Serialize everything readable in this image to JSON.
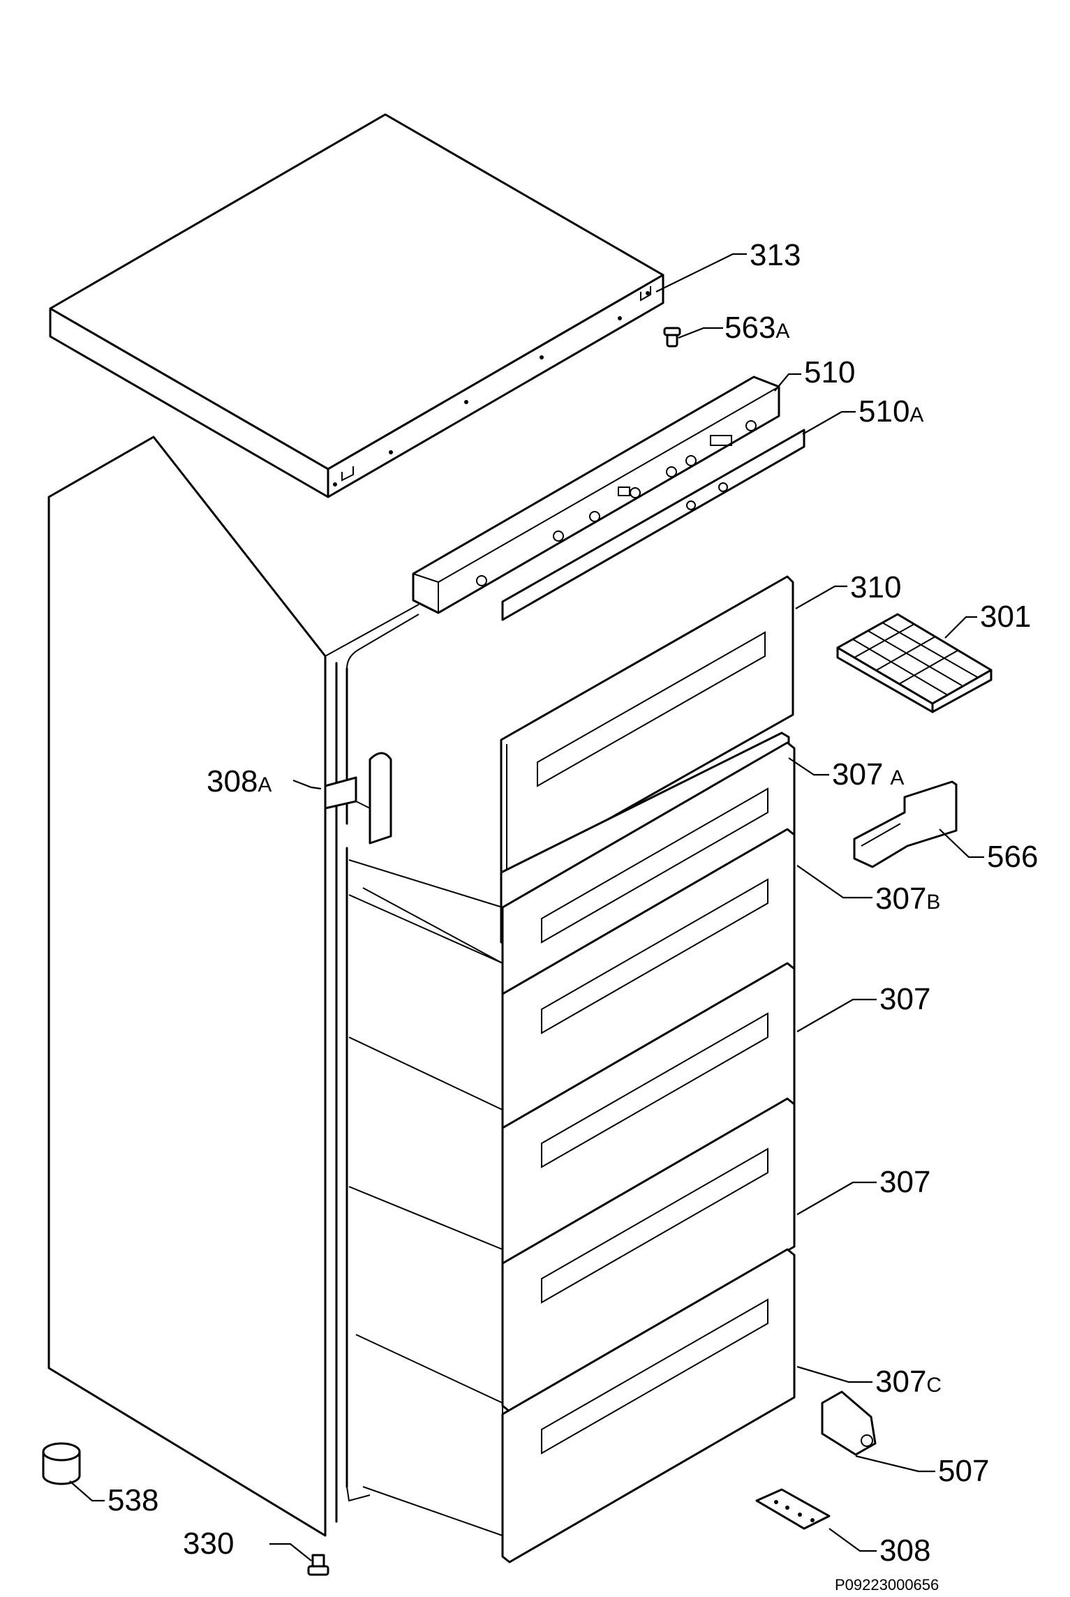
{
  "diagram": {
    "drawing_code": "P09223000656",
    "callouts": [
      {
        "id": "313",
        "number": "313",
        "suffix": ""
      },
      {
        "id": "563a",
        "number": "563",
        "suffix": "A"
      },
      {
        "id": "510",
        "number": "510",
        "suffix": ""
      },
      {
        "id": "510a",
        "number": "510",
        "suffix": "A"
      },
      {
        "id": "310",
        "number": "310",
        "suffix": ""
      },
      {
        "id": "301",
        "number": "301",
        "suffix": ""
      },
      {
        "id": "308a",
        "number": "308",
        "suffix": "A"
      },
      {
        "id": "307a",
        "number": "307",
        "suffix": "A"
      },
      {
        "id": "566",
        "number": "566",
        "suffix": ""
      },
      {
        "id": "307b",
        "number": "307",
        "suffix": "B"
      },
      {
        "id": "307-1",
        "number": "307",
        "suffix": ""
      },
      {
        "id": "307-2",
        "number": "307",
        "suffix": ""
      },
      {
        "id": "307c",
        "number": "307",
        "suffix": "C"
      },
      {
        "id": "507",
        "number": "507",
        "suffix": ""
      },
      {
        "id": "538",
        "number": "538",
        "suffix": ""
      },
      {
        "id": "330",
        "number": "330",
        "suffix": ""
      },
      {
        "id": "308",
        "number": "308",
        "suffix": ""
      }
    ]
  }
}
